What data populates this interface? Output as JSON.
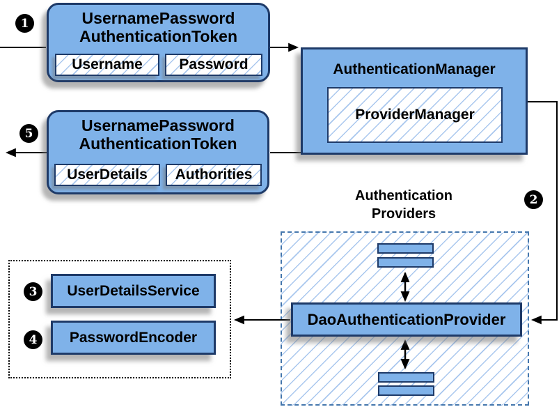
{
  "colors": {
    "node_fill": "#7fb2e9",
    "node_border": "#1e3a68",
    "hatch_line": "#a9c7ee",
    "dashed_border": "#4577ad",
    "connector": "#000000"
  },
  "steps": {
    "one": "1",
    "two": "2",
    "three": "3",
    "four": "4",
    "five": "5"
  },
  "request_token": {
    "title_line1": "UsernamePassword",
    "title_line2": "AuthenticationToken",
    "field_username": "Username",
    "field_password": "Password"
  },
  "authentication_manager": {
    "title": "AuthenticationManager",
    "provider_manager": "ProviderManager"
  },
  "result_token": {
    "title_line1": "UsernamePassword",
    "title_line2": "AuthenticationToken",
    "field_user_details": "UserDetails",
    "field_authorities": "Authorities"
  },
  "authentication_providers": {
    "heading_line1": "Authentication",
    "heading_line2": "Providers",
    "dao_provider": "DaoAuthenticationProvider"
  },
  "collaborators": {
    "user_details_service": "UserDetailsService",
    "password_encoder": "PasswordEncoder"
  }
}
